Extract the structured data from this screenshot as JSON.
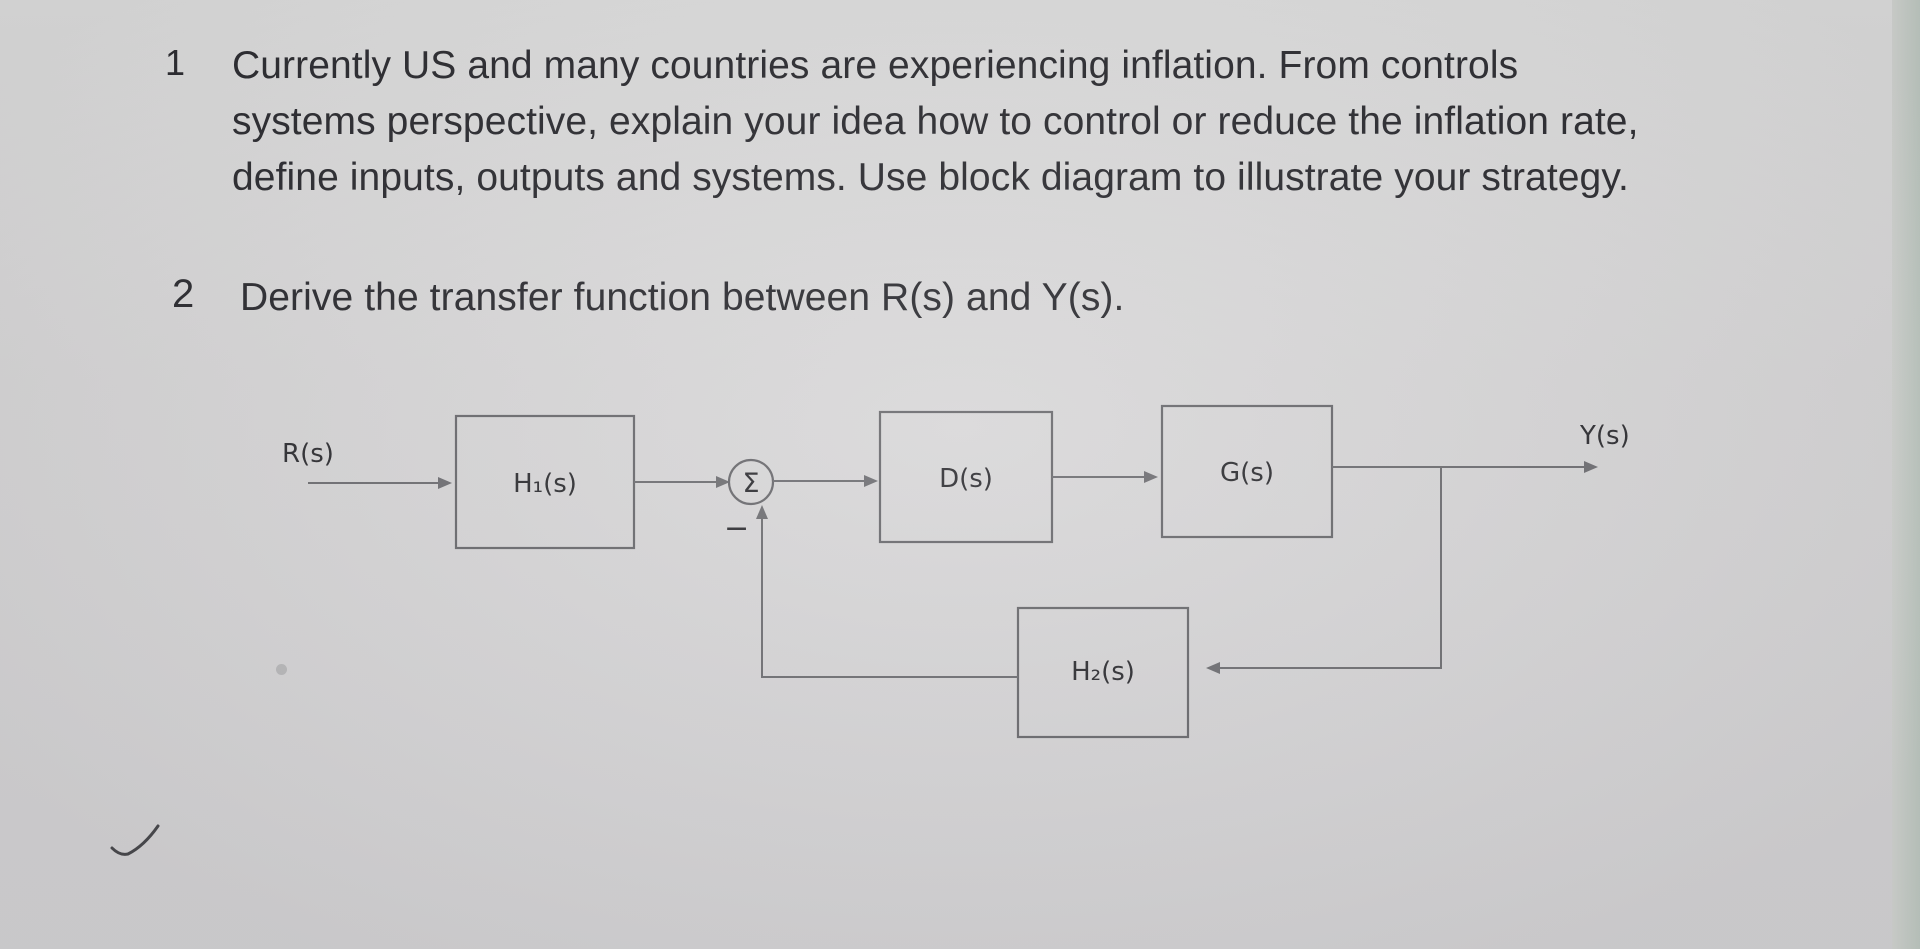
{
  "question1": {
    "number": "1",
    "lines": [
      "Currently US and many countries are experiencing inflation.  From controls",
      "systems perspective, explain your idea how to control or reduce the inflation rate,",
      "define inputs, outputs and systems.  Use block diagram to illustrate your strategy."
    ]
  },
  "question2": {
    "number": "2",
    "text": "Derive the transfer function between R(s) and Y(s)."
  },
  "diagram": {
    "input_label": "R(s)",
    "output_label": "Y(s)",
    "summing_symbol": "Σ",
    "feedback_sign": "−",
    "blocks": {
      "h1": "H₁(s)",
      "d": "D(s)",
      "g": "G(s)",
      "h2": "H₂(s)"
    }
  }
}
